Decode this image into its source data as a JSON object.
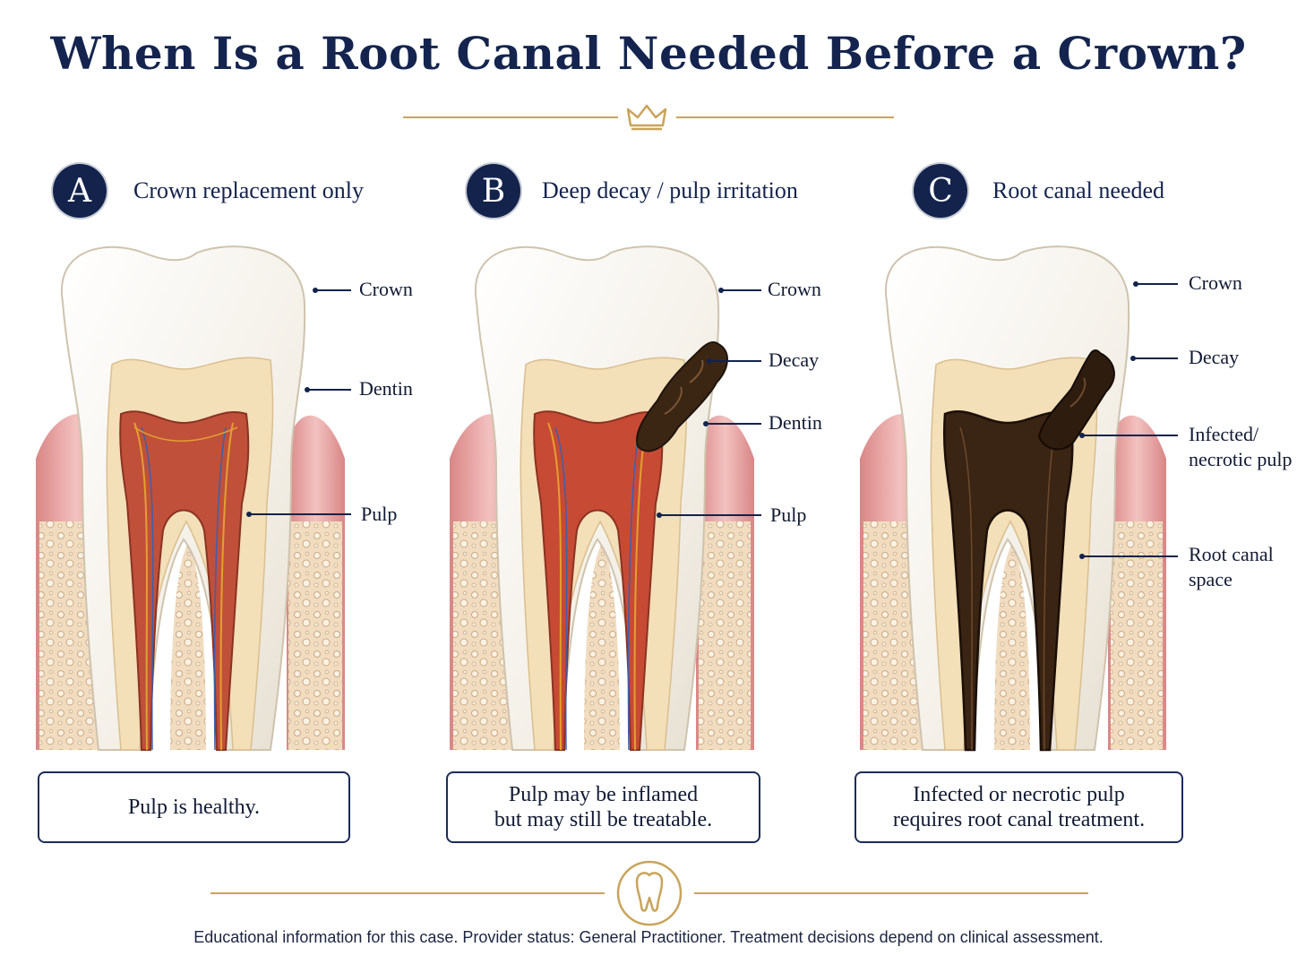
{
  "title": "When Is a Root Canal Needed Before a Crown?",
  "panels": [
    {
      "badge": "A",
      "title": "Crown replacement only",
      "labels": [
        "Crown",
        "Dentin",
        "Pulp"
      ],
      "caption_lines": [
        "Pulp is healthy."
      ]
    },
    {
      "badge": "B",
      "title": "Deep decay / pulp irritation",
      "labels": [
        "Crown",
        "Decay",
        "Dentin",
        "Pulp"
      ],
      "caption_lines": [
        "Pulp may be inflamed",
        "but may still be treatable."
      ]
    },
    {
      "badge": "C",
      "title": "Root canal needed",
      "labels": [
        "Crown",
        "Decay",
        "Infected/",
        "necrotic pulp",
        "Root canal",
        "space"
      ],
      "caption_lines": [
        "Infected or necrotic pulp",
        "requires root canal treatment."
      ]
    }
  ],
  "footer": "Educational information for this case.  Provider status: General Practitioner.  Treatment decisions depend on clinical assessment.",
  "colors": {
    "navy": "#13234c",
    "gold": "#c9a45c",
    "enamel": "#f4f0e8",
    "dentin": "#f3dfb8",
    "pulp_healthy": "#c0503a",
    "pulp_necrotic": "#3a2414",
    "gum": "#e7a3a3",
    "bone": "#f1dcc0"
  },
  "icons": [
    "crown-icon",
    "tooth-icon"
  ]
}
